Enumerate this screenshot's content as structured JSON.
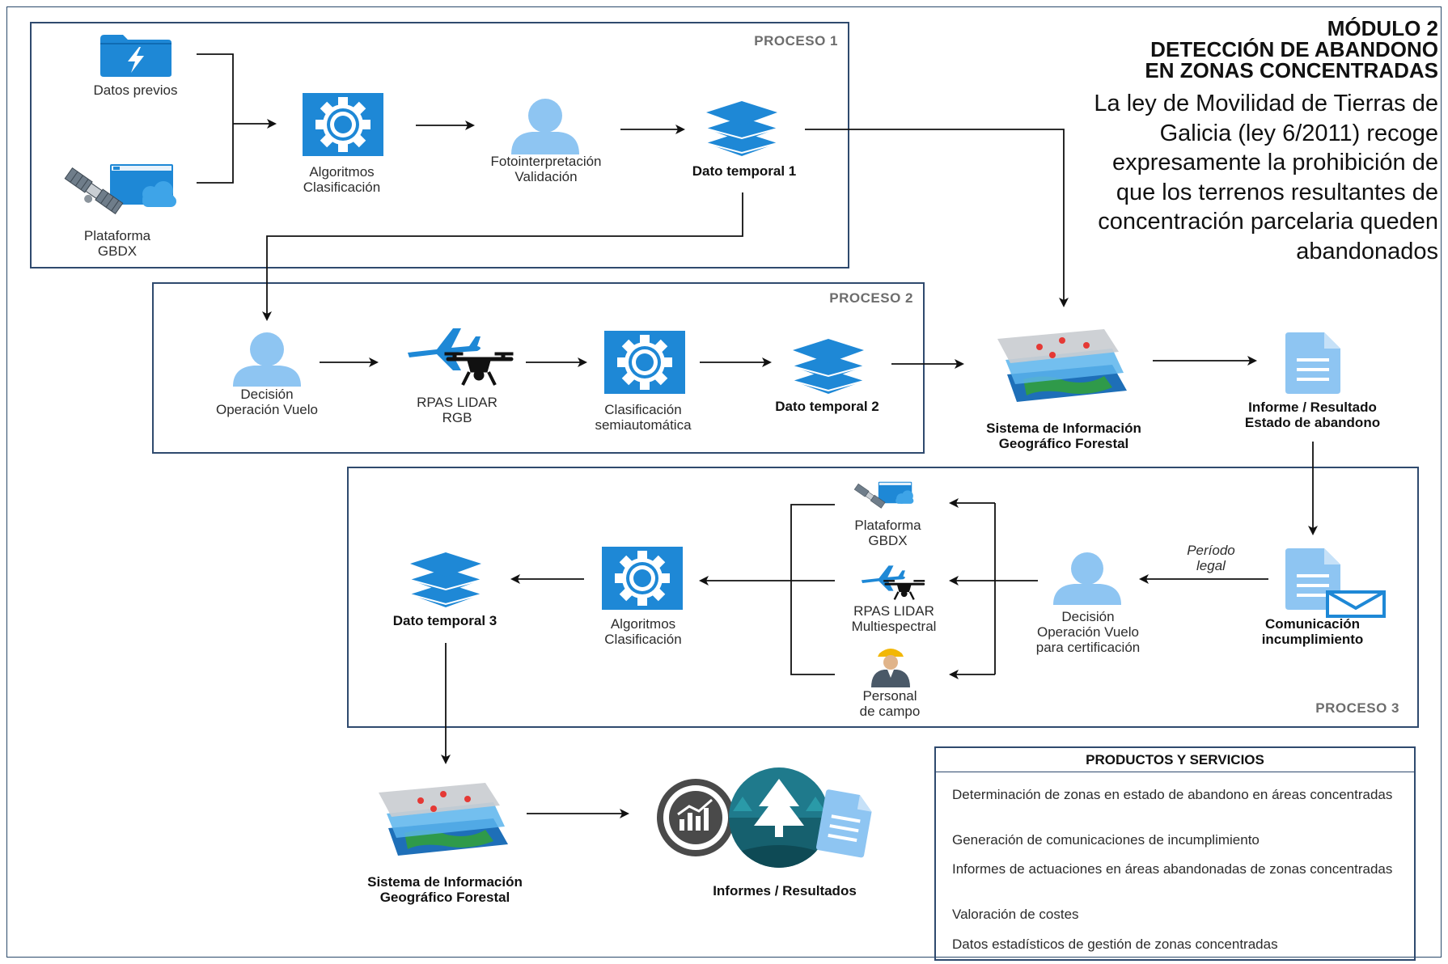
{
  "module": {
    "line1": "MÓDULO 2",
    "line2": "DETECCIÓN DE ABANDONO",
    "line3": "EN ZONAS CONCENTRADAS",
    "law_text": "La ley de Movilidad de Tierras de Galicia (ley 6/2011) recoge expresamente la prohibición de que los terrenos resultantes de concentración parcelaria queden abandonados"
  },
  "proceso1": {
    "label": "PROCESO 1",
    "datos_previos": "Datos previos",
    "plataforma": [
      "Plataforma",
      "GBDX"
    ],
    "algoritmos": [
      "Algoritmos",
      "Clasificación"
    ],
    "foto": [
      "Fotointerpretación",
      "Validación"
    ],
    "dato": "Dato temporal 1"
  },
  "proceso2": {
    "label": "PROCESO 2",
    "decision": [
      "Decisión",
      "Operación Vuelo"
    ],
    "rpas": [
      "RPAS LIDAR",
      "RGB"
    ],
    "clasif": [
      "Clasificación",
      "semiautomática"
    ],
    "dato": "Dato temporal 2"
  },
  "sig": [
    "Sistema de Información",
    "Geográfico Forestal"
  ],
  "informe": [
    "Informe / Resultado",
    "Estado de abandono"
  ],
  "proceso3": {
    "label": "PROCESO 3",
    "comunicacion": [
      "Comunicación",
      "incumplimiento"
    ],
    "periodo": [
      "Período",
      "legal"
    ],
    "decision": [
      "Decisión",
      "Operación Vuelo",
      "para certificación"
    ],
    "plataforma": [
      "Plataforma",
      "GBDX"
    ],
    "rpas": [
      "RPAS LIDAR",
      "Multiespectral"
    ],
    "personal": [
      "Personal",
      "de campo"
    ],
    "algoritmos": [
      "Algoritmos",
      "Clasificación"
    ],
    "dato": "Dato temporal 3"
  },
  "sig2": [
    "Sistema de Información",
    "Geográfico Forestal"
  ],
  "informes_resultados": "Informes / Resultados",
  "productos": {
    "title": "PRODUCTOS Y SERVICIOS",
    "items": [
      "Determinación de zonas en estado de abandono en áreas concentradas",
      "Generación de comunicaciones de incumplimiento",
      "Informes de actuaciones en áreas abandonadas de zonas concentradas",
      "Valoración de costes",
      "Datos estadísticos de gestión de zonas concentradas"
    ]
  },
  "colors": {
    "azure_blue": "#1e88d6",
    "person_blue": "#8ec5f2",
    "frame": "#2f4a6e",
    "teal": "#1f7a8c"
  }
}
